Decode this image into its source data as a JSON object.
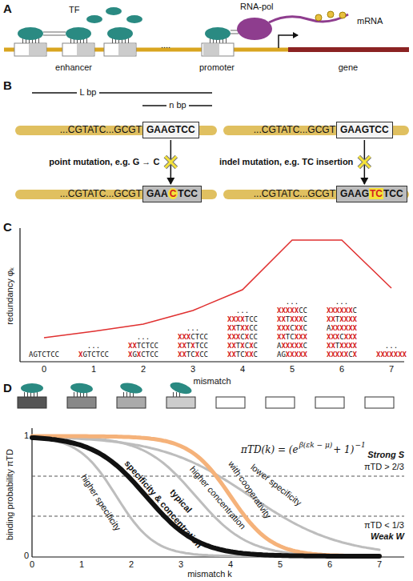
{
  "diagram": {
    "nodes": [
      {
        "text": [
          "GAAGTCC"
        ]
      },
      {
        "text": [
          "GAAGTCC"
        ]
      },
      {
        "text": [
          "GAA",
          "C",
          "TCC"
        ]
      },
      {
        "text": [
          "GAAG",
          "TC",
          "TCC"
        ]
      }
    ],
    "edges": [
      {
        "from": 0,
        "to": 2,
        "arrow": "to",
        "label": "point mutation, e.g. G → C"
      },
      {
        "from": 1,
        "to": 3,
        "arrow": "to",
        "label": "indel mutation, e.g. TC insertion"
      }
    ],
    "labels": [
      "A",
      "TF",
      "RNA-pol",
      "mRNA",
      "enhancer",
      "....",
      "promoter",
      "gene",
      "B",
      "L bp",
      "n bp",
      "...CGTATC...GCGT",
      "...CGTATC...GCGT",
      "...CGTATC...GCGT",
      "...CGTATC...GCGT",
      "C",
      "redundancy φₖ",
      "mismatch",
      "0",
      "1",
      "2",
      "3",
      "4",
      "5",
      "6",
      "7",
      "D",
      "binding probability πTD",
      "mismatch k",
      "0",
      "1",
      "2",
      "3",
      "4",
      "5",
      "6",
      "7",
      "0",
      "1",
      "πTD(k) = (e",
      "β(εk − μ)",
      "+ 1)",
      "−1",
      "Strong S",
      "πTD > 2/3",
      "πTD < 1/3",
      "Weak W",
      "higher specificity",
      "specificity & concentration",
      "typical",
      "higher concentration",
      "with cooperativity",
      "lower specificity",
      "AGTCTCC",
      "...",
      "XGTCTCC",
      "...",
      "XXTCTCC",
      "XGXCTCC",
      "...",
      "XXXCTCC",
      "XXTXTCC",
      "XXTCXCC",
      "...",
      "XXXXTCC",
      "XXTXXCC",
      "XXXCXCC",
      "XXTXCXC",
      "XXTCXXC",
      "...",
      "XXXXXCC",
      "XXTXXXC",
      "XXXCXXC",
      "XXTCXXX",
      "AXXXXXC",
      "AGXXXXX",
      "...",
      "XXXXXXC",
      "XXTXXXX",
      "AXXXXXX",
      "XXXCXXX",
      "XXTXXXX",
      "XXXXXCX",
      "...",
      "XXXXXXX"
    ]
  }
}
